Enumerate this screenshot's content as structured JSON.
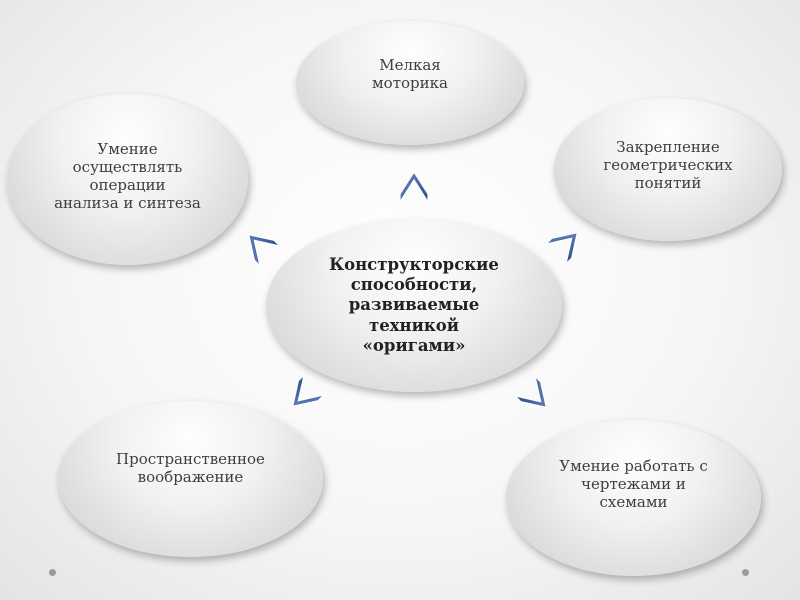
{
  "center": {
    "text": "Конструкторские\nспособности,\nразвиваемые\nтехникой\n«оригами»"
  },
  "nodes": {
    "top": "Мелкая\nмоторика",
    "top_right": "Закрепление\nгеометрических\nпонятий",
    "top_left": "Умение\nосуществлять\nоперации\nанализа и синтеза",
    "bottom_left": "Пространственное\nвоображение",
    "bottom_right": "Умение работать с\nчертежами и\nсхемами"
  },
  "colors": {
    "arrow": "#2a4a8c",
    "arrow_light": "#6f8ac6"
  }
}
